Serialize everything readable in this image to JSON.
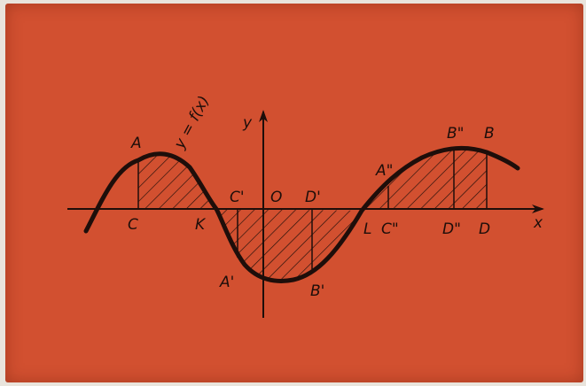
{
  "diagram": {
    "function_label": "y = f(x)",
    "axis_labels": {
      "x": "x",
      "y": "y",
      "origin": "O"
    },
    "point_labels": {
      "A": "A",
      "B": "B",
      "C": "C",
      "D": "D",
      "K": "K",
      "L": "L",
      "A1": "A'",
      "B1": "B'",
      "C1": "C'",
      "D1": "D'",
      "A2": "A\"",
      "B2": "B\"",
      "C2": "C\"",
      "D2": "D\""
    },
    "colors": {
      "background": "#d25030",
      "ink": "#1e0e0a"
    }
  }
}
